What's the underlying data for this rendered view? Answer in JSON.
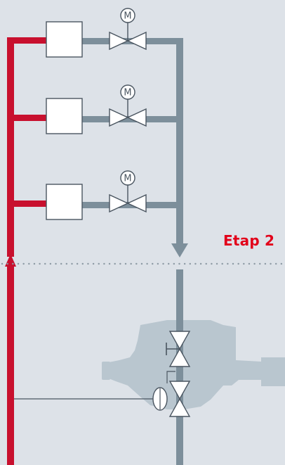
{
  "stage_label": "Etap 2",
  "motor_label": "M",
  "unit_rows": 3,
  "colors": {
    "background": "#dde2e8",
    "supply_line": "#c8102e",
    "return_line": "#7d8f9b",
    "equipment_silhouette": "#b9c6cf",
    "outline": "#4a5560",
    "stage_label": "#e2001a",
    "divider_dots": "#8e9ba5"
  },
  "icons": [
    "motorized-valve-icon",
    "stop-valve-icon",
    "check-valve-icon",
    "manometer-icon",
    "arrow-down-icon",
    "arrow-up-icon"
  ]
}
